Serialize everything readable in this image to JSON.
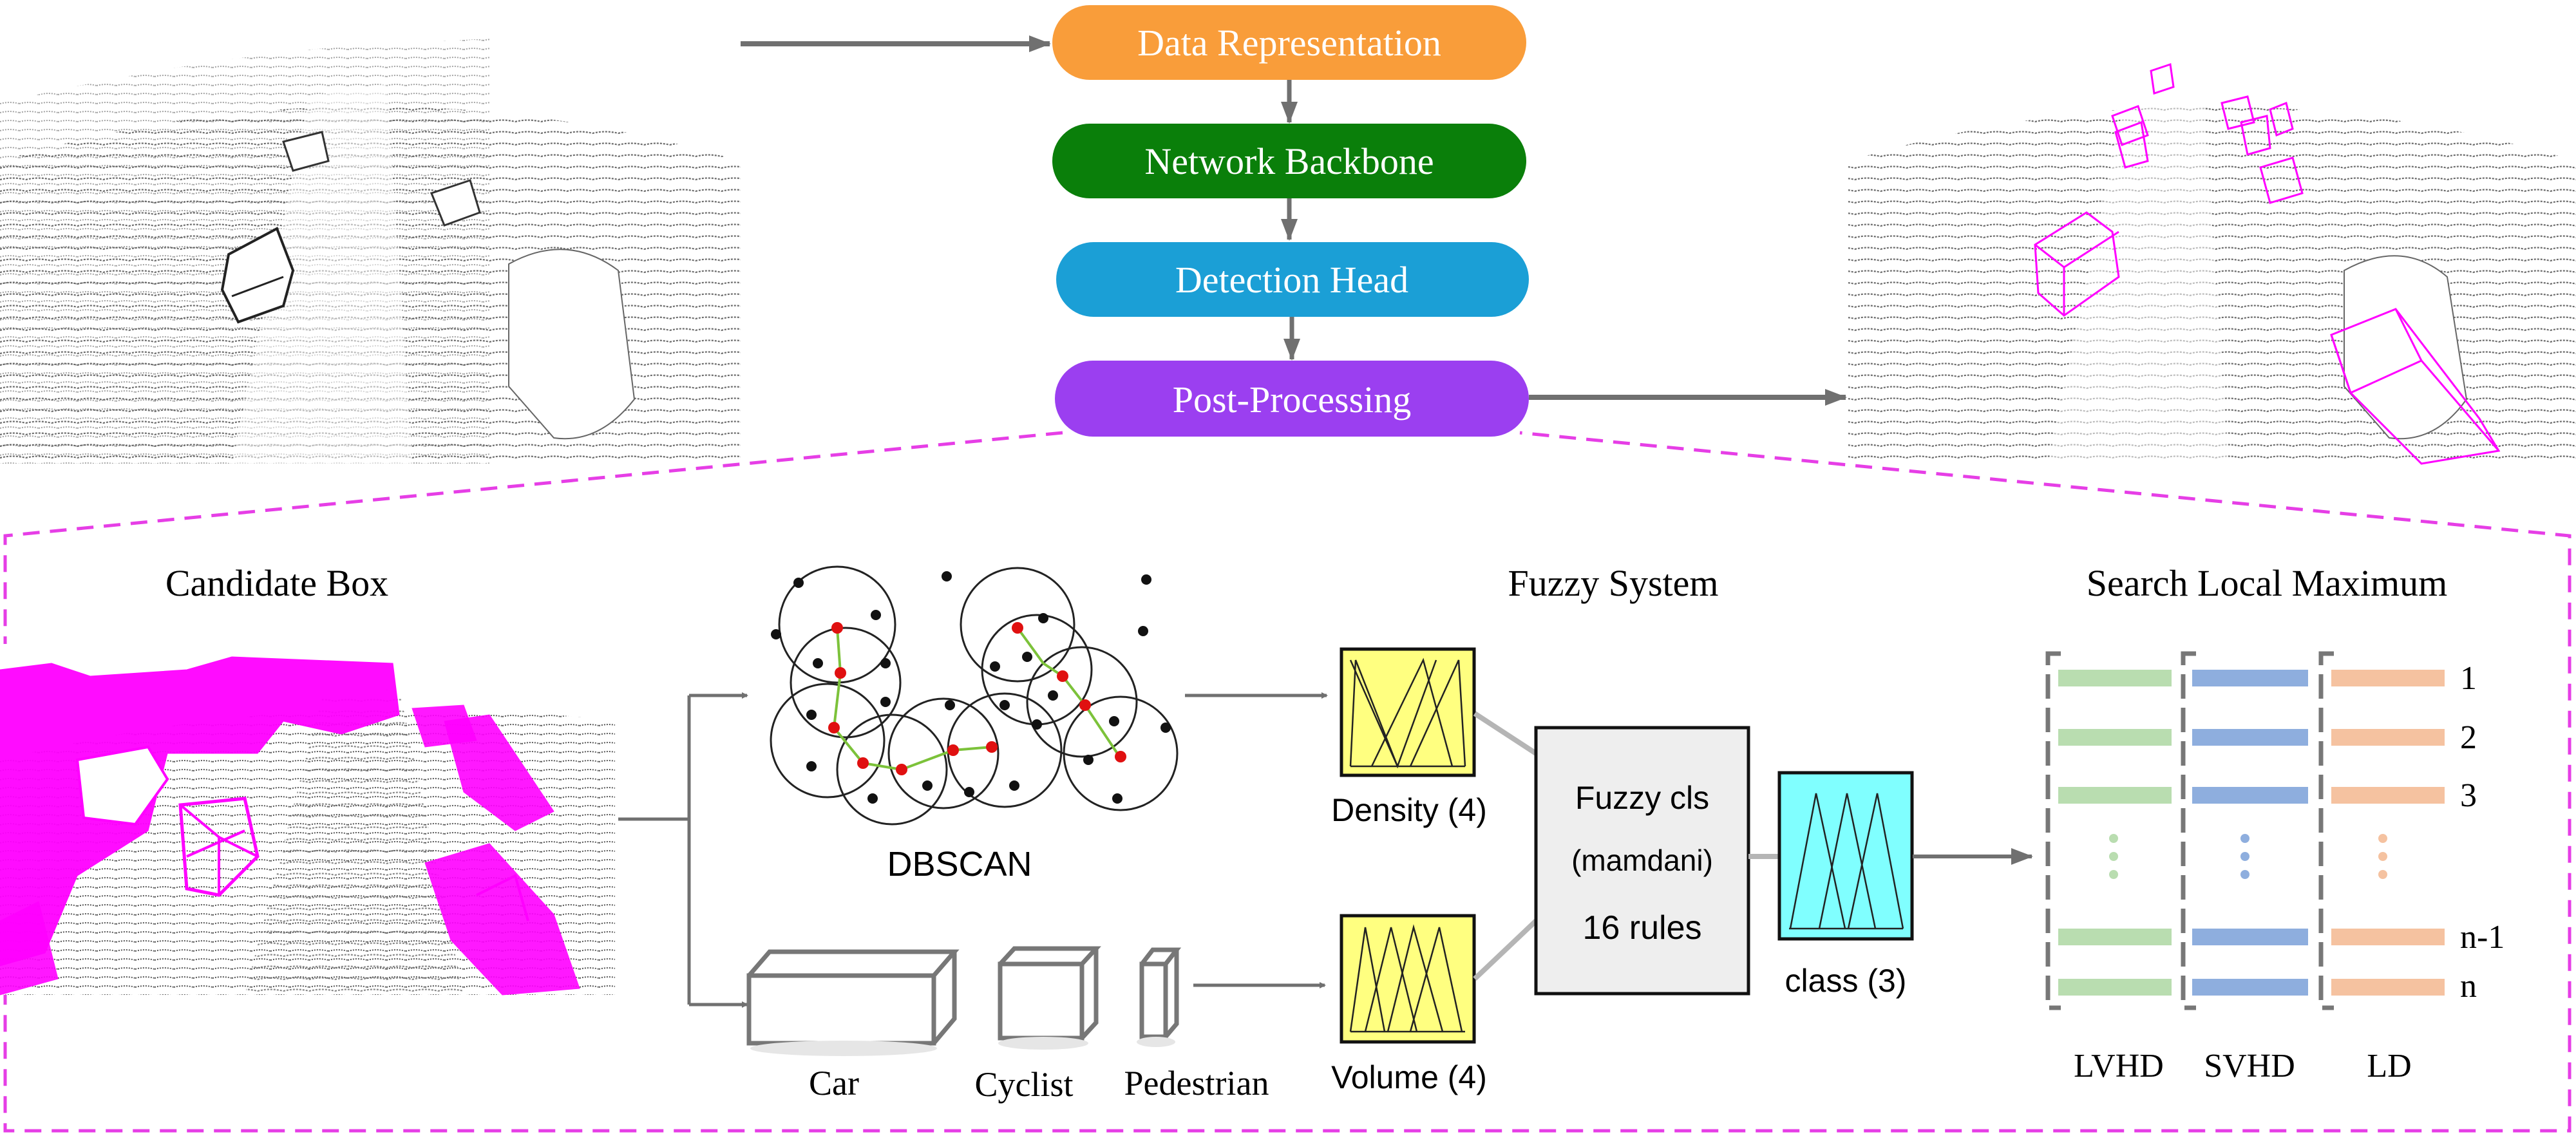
{
  "pipeline": {
    "stages": [
      {
        "label": "Data Representation",
        "color": "#f99d3a"
      },
      {
        "label": "Network Backbone",
        "color": "#0a7f0a"
      },
      {
        "label": "Detection Head",
        "color": "#1b9fd6"
      },
      {
        "label": "Post-Processing",
        "color": "#9b3ff0"
      }
    ]
  },
  "colors": {
    "dashed_border": "#e63ee6",
    "box_magenta": "#ff00ff",
    "arrow_gray": "#707070",
    "fuzzy_yellow": "#ffff80",
    "class_cyan": "#80ffff",
    "fuzzy_box_fill": "#eeeeee",
    "lvhd_green": "#b9ddb0",
    "svhd_blue": "#8eaede",
    "ld_orange": "#f5c2a0"
  },
  "detail": {
    "candidate_box": {
      "title": "Candidate Box"
    },
    "dbscan": {
      "label": "DBSCAN"
    },
    "shapes": {
      "labels": [
        "Car",
        "Cyclist",
        "Pedestrian"
      ]
    },
    "fuzzy_system": {
      "title": "Fuzzy System",
      "density_label": "Density (4)",
      "volume_label": "Volume (4)",
      "cls_lines": [
        "Fuzzy cls",
        "(mamdani)",
        "16 rules"
      ],
      "class_label": "class (3)"
    },
    "search": {
      "title": "Search Local Maximum",
      "row_labels": [
        "1",
        "2",
        "3",
        "n-1",
        "n"
      ],
      "column_labels": [
        "LVHD",
        "SVHD",
        "LD"
      ]
    }
  }
}
